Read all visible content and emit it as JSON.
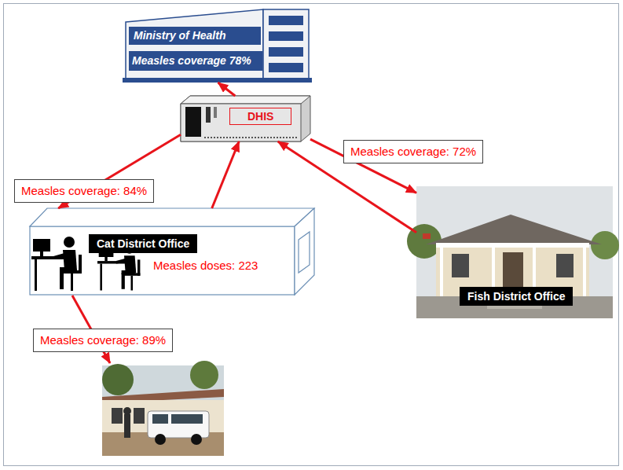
{
  "diagram": {
    "nodes": [
      {
        "text": [
          "Ministry of Health",
          "Measles coverage 78%"
        ]
      },
      {
        "text": [
          "DHIS"
        ]
      },
      {
        "text": [
          "Cat District Office"
        ]
      },
      {
        "text": [
          "Fish District Office"
        ]
      }
    ],
    "edges": [
      {
        "from": 1,
        "to": 0,
        "arrow": "to"
      },
      {
        "from": 1,
        "to": 2,
        "label": "Measles coverage: 84%",
        "arrow": "to"
      },
      {
        "from": 2,
        "to": 1,
        "label": "Measles doses: 223",
        "arrow": "to"
      },
      {
        "from": 1,
        "to": 3,
        "label": "Measles coverage: 72%",
        "arrow": "to"
      },
      {
        "from": 3,
        "to": 1,
        "arrow": "to"
      }
    ],
    "labels": [
      "Measles coverage: 89%"
    ]
  }
}
